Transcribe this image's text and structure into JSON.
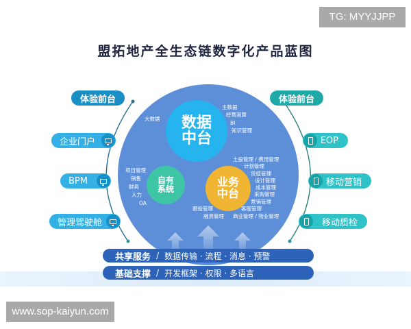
{
  "watermarks": {
    "top_right": "TG: MYYJJPP",
    "bottom_left": "www.sop-kaiyun.com"
  },
  "title": "盟拓地产全生态链数字化产品蓝图",
  "center": {
    "data_hub": {
      "line1": "数据",
      "line2": "中台",
      "color": "#25b4ee"
    },
    "self_hub": {
      "line1": "自有",
      "line2": "系统",
      "color": "#3ec5a5"
    },
    "biz_hub": {
      "line1": "业务",
      "line2": "中台",
      "color": "#f0b532"
    },
    "data_labels": [
      "大数据",
      "主数据",
      "经营测算",
      "BI",
      "知识管理"
    ],
    "self_labels": [
      "项目管理",
      "销售",
      "财务",
      "人力",
      "OA"
    ],
    "biz_labels": [
      "土投管理 / 费用管理",
      "计划管理",
      "货值管理",
      "设计管理",
      "成本管理",
      "采购管理",
      "营销管理",
      "客服管理",
      "跟投管理",
      "融资管理",
      "商业管理 / 物业管理"
    ],
    "circle_color": "#5d8fd8"
  },
  "left_panel": {
    "header": "体验前台",
    "items": [
      {
        "label": "企业门户",
        "icon": "monitor-icon"
      },
      {
        "label": "BPM",
        "icon": "monitor-icon"
      },
      {
        "label": "管理驾驶舱",
        "icon": "monitor-icon"
      }
    ],
    "color": "#33b0e6"
  },
  "right_panel": {
    "header": "体验前台",
    "items": [
      {
        "label": "EOP",
        "icon": "phone-icon"
      },
      {
        "label": "移动营销",
        "icon": "phone-icon"
      },
      {
        "label": "移动质检",
        "icon": "phone-icon"
      }
    ],
    "color": "#2fc2c7"
  },
  "bars": [
    {
      "title": "共享服务",
      "sep": "/",
      "content": "数据传输 · 流程 · 消息 · 预警"
    },
    {
      "title": "基础支撑",
      "sep": "/",
      "content": "开发框架 · 权限 · 多语言"
    }
  ]
}
